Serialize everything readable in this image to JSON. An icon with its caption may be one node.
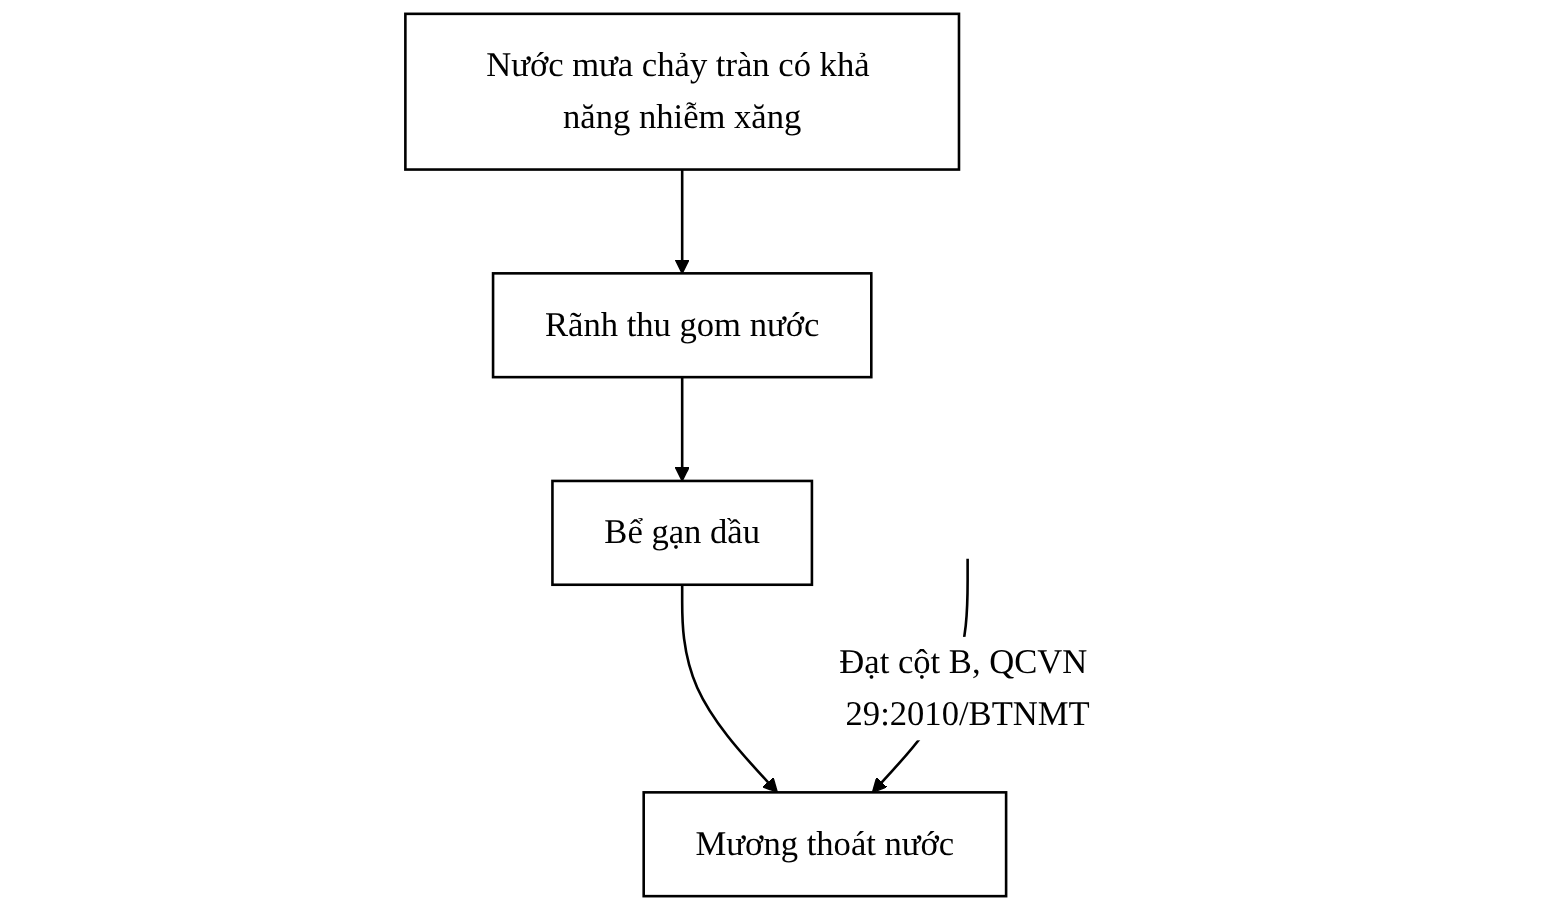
{
  "diagram": {
    "nodes": [
      {
        "text": [
          "Nước mưa chảy tràn có khả năng nhiễm xăng"
        ]
      },
      {
        "text": [
          "Rãnh thu gom nước"
        ]
      },
      {
        "text": [
          "Bể gạn dầu"
        ]
      },
      {
        "text": [
          "Mương thoát nước"
        ]
      }
    ],
    "edges": [
      {
        "from": 0,
        "to": 1,
        "arrow": "to"
      },
      {
        "from": 1,
        "to": 2,
        "arrow": "to"
      },
      {
        "from": 2,
        "to": 3,
        "arrow": "to"
      },
      {
        "from": null,
        "to": 3,
        "arrow": "to",
        "label": "Đạt cột B, QCVN 29:2010/BTNMT"
      }
    ]
  }
}
